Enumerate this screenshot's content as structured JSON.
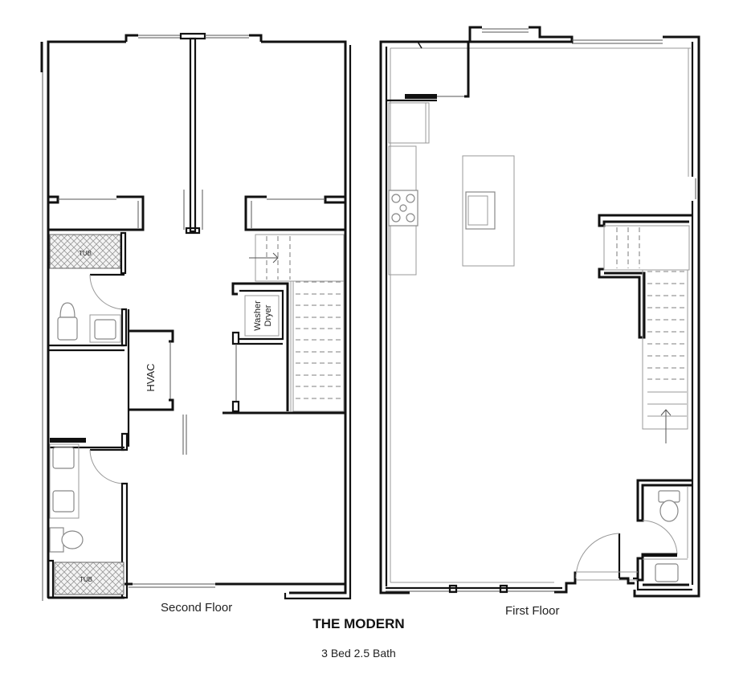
{
  "plan": {
    "title": "THE MODERN",
    "subtitle": "3 Bed 2.5 Bath",
    "floors": [
      {
        "name": "Second Floor",
        "room_labels": {
          "tub_upper": "TUB",
          "tub_lower": "TUB",
          "hvac": "HVAC",
          "washer": "Washer",
          "dryer": "Dryer"
        }
      },
      {
        "name": "First Floor",
        "room_labels": {}
      }
    ]
  },
  "colors": {
    "wall": "#111111",
    "fixture": "#888888",
    "background": "#ffffff"
  }
}
